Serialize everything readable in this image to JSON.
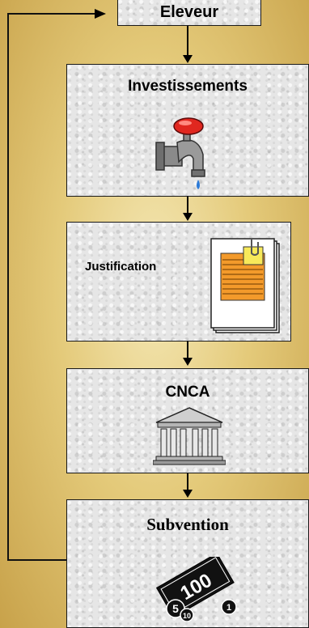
{
  "boxes": {
    "eleveur": "Eleveur",
    "investissements": "Investissements",
    "justification": "Justification",
    "cnca": "CNCA",
    "subvention": "Subvention"
  },
  "money_notes": {
    "bill": "100",
    "coin_a": "5",
    "coin_b": "10",
    "coin_c": "1"
  }
}
